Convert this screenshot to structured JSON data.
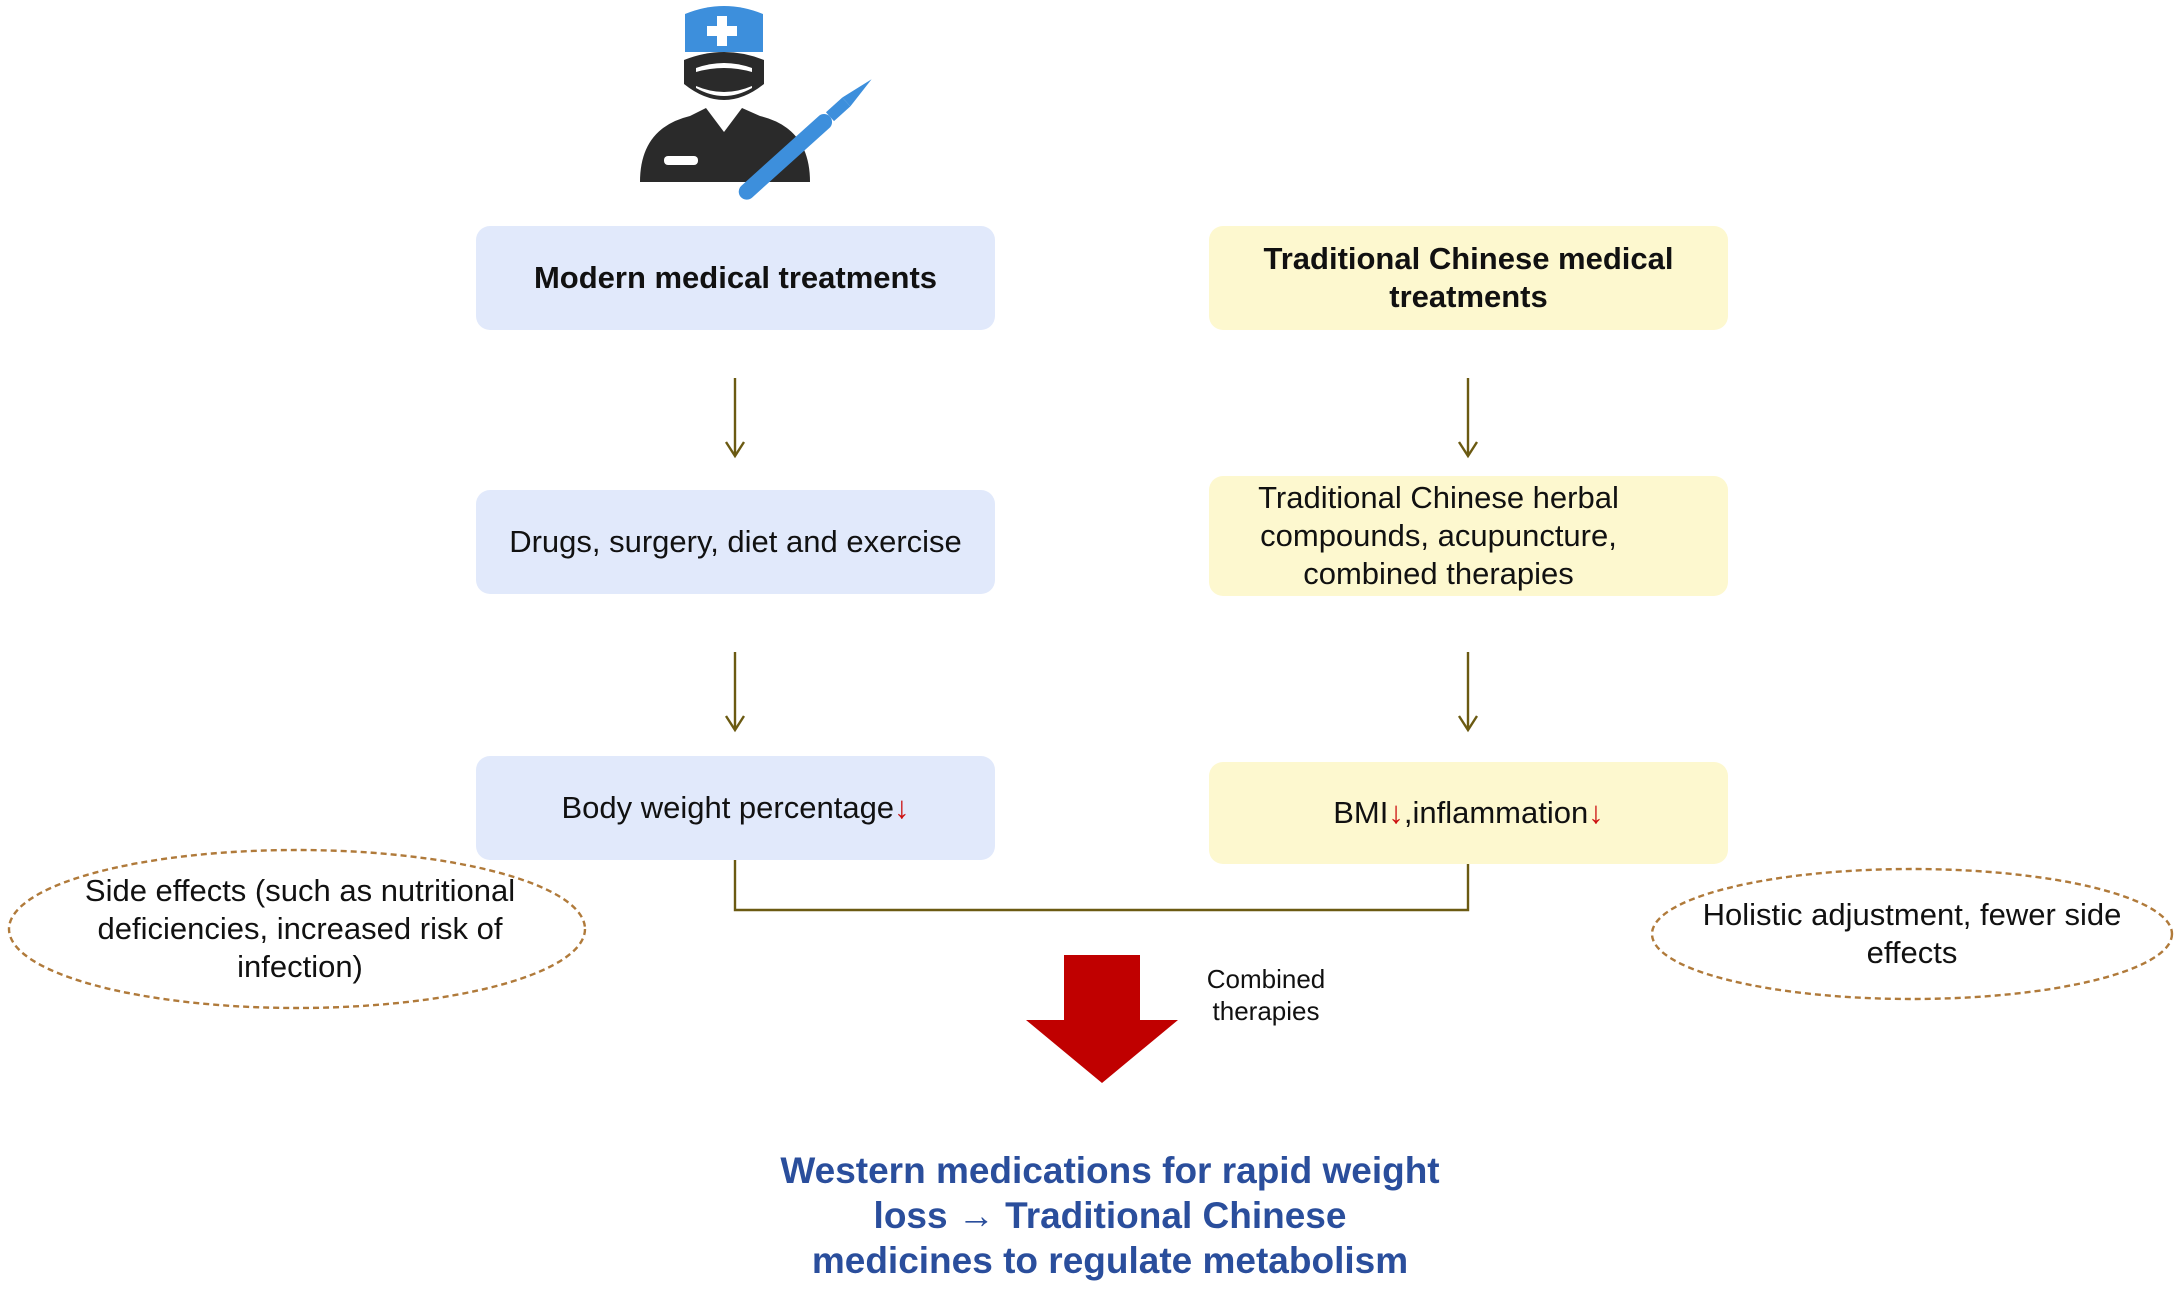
{
  "doctor_icon": {
    "icon": "surgeon-with-scalpel-icon"
  },
  "left_column": {
    "header": "Modern medical treatments",
    "methods": "Drugs, surgery, diet and exercise",
    "outcome_text": "Body weight percentage",
    "outcome_arrow": "↓",
    "note": "Side effects (such as nutritional deficiencies, increased risk of infection)"
  },
  "right_column": {
    "header": "Traditional Chinese medical treatments",
    "methods": "Traditional Chinese herbal compounds, acupuncture, combined therapies",
    "outcome_text_1": "BMI",
    "outcome_arrow_1": "↓",
    "outcome_text_2": ",inflammation",
    "outcome_arrow_2": "↓",
    "note": "Holistic adjustment, fewer side effects"
  },
  "merge": {
    "label": "Combined therapies"
  },
  "conclusion": "Western medications for rapid weight loss → Traditional Chinese medicines to regulate metabolism",
  "colors": {
    "blue_box": "#e1e9fb",
    "yellow_box": "#fdf8cf",
    "connector": "#6b5a12",
    "big_arrow": "#c00000",
    "conclusion_text": "#2a4e9c",
    "ellipse_border": "#b07a3a",
    "down_arrow_red": "#cc1111"
  }
}
